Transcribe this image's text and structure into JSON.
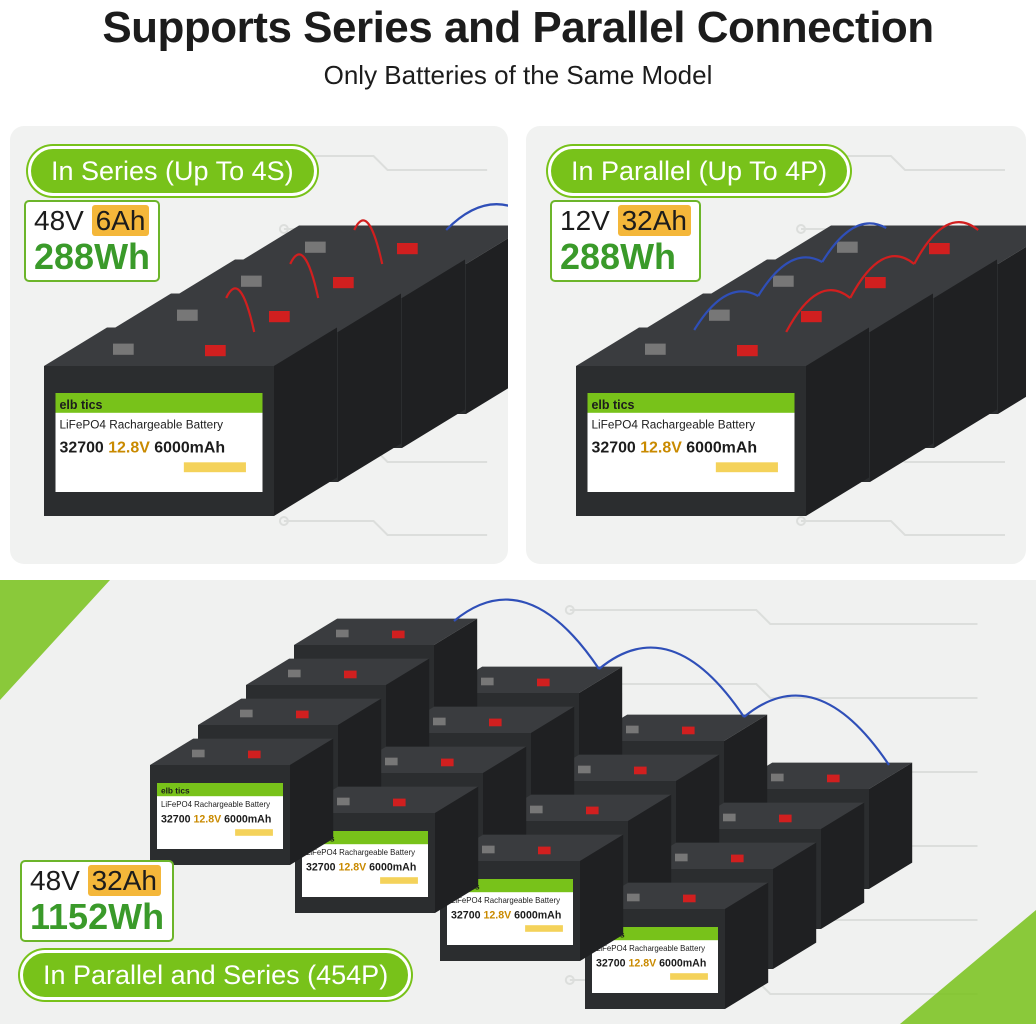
{
  "heading": {
    "title": "Supports Series and Parallel Connection",
    "subtitle": "Only Batteries of the Same Model"
  },
  "series_panel": {
    "badge": "In Series (Up To 4S)",
    "voltage": "48V",
    "capacity": "6Ah",
    "energy": "288Wh",
    "battery_count": 4
  },
  "parallel_panel": {
    "badge": "In Parallel (Up To 4P)",
    "voltage": "12V",
    "capacity": "32Ah",
    "energy": "288Wh",
    "battery_count": 4
  },
  "combo_panel": {
    "badge": "In Parallel and Series (454P)",
    "voltage": "48V",
    "capacity": "32Ah",
    "energy": "1152Wh",
    "battery_count": 16
  },
  "battery_label": {
    "brand": "elb  tics",
    "type": "LiFePO4 Rachargeable Battery",
    "cell": "32700",
    "voltage": "12.8V",
    "capacity": "6000mAh"
  },
  "colors": {
    "accent_green": "#78c21a",
    "highlight_orange": "#f4b73a",
    "battery_body": "#2b2d2f",
    "wire_red": "#d11f1f",
    "wire_blue": "#2f4fb8"
  }
}
